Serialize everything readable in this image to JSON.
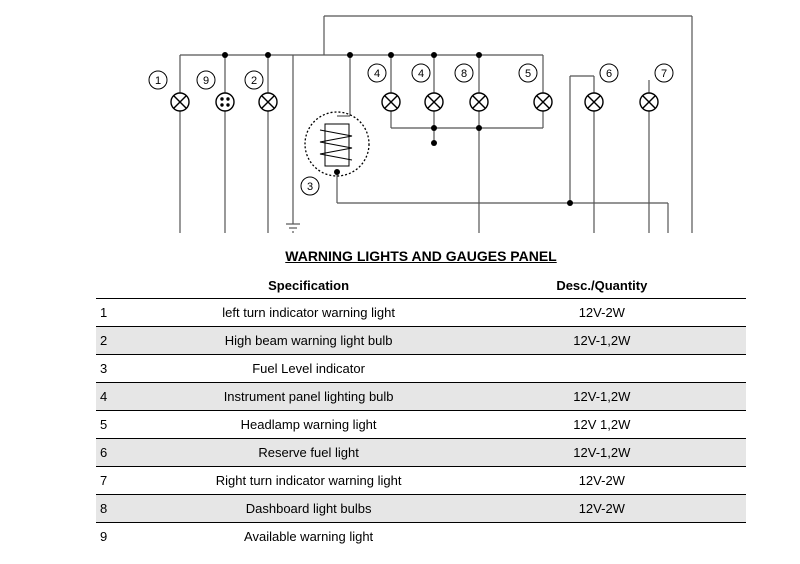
{
  "diagram": {
    "labels": {
      "left_turn": "1",
      "available": "9",
      "high_beam": "2",
      "fuel_gauge": "3",
      "panel_bulb_a": "4",
      "panel_bulb_b": "4",
      "dashboard": "8",
      "headlamp": "5",
      "reserve": "6",
      "right_turn": "7"
    }
  },
  "title": "WARNING LIGHTS AND GAUGES PANEL",
  "table": {
    "headers": {
      "num": "",
      "spec": "Specification",
      "desc": "Desc./Quantity"
    },
    "rows": [
      {
        "num": "1",
        "spec": "left turn indicator warning light",
        "desc": "12V-2W"
      },
      {
        "num": "2",
        "spec": "High beam warning light bulb",
        "desc": "12V-1,2W"
      },
      {
        "num": "3",
        "spec": "Fuel Level indicator",
        "desc": ""
      },
      {
        "num": "4",
        "spec": "Instrument panel lighting bulb",
        "desc": "12V-1,2W"
      },
      {
        "num": "5",
        "spec": "Headlamp warning light",
        "desc": "12V 1,2W"
      },
      {
        "num": "6",
        "spec": "Reserve fuel light",
        "desc": "12V-1,2W"
      },
      {
        "num": "7",
        "spec": "Right turn indicator warning light",
        "desc": "12V-2W"
      },
      {
        "num": "8",
        "spec": "Dashboard light bulbs",
        "desc": "12V-2W"
      },
      {
        "num": "9",
        "spec": "Available warning light",
        "desc": ""
      }
    ]
  }
}
